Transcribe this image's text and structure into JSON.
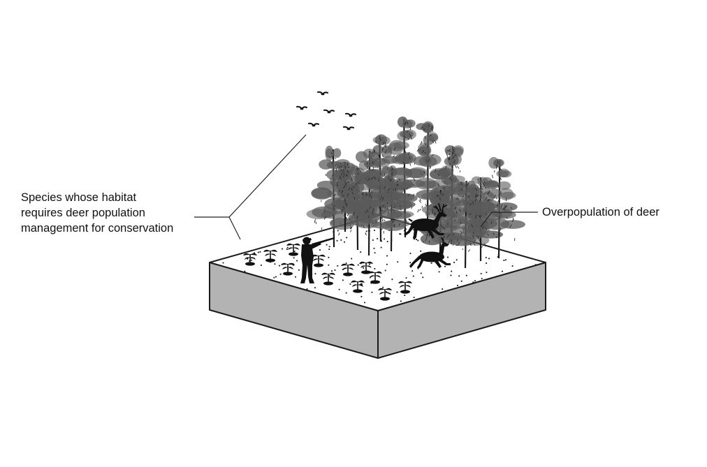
{
  "annotations": {
    "species_label": {
      "lines": [
        "Species whose habitat",
        "requires deer population",
        "management for conservation"
      ]
    },
    "deer_label": {
      "text": "Overpopulation of deer"
    }
  },
  "colors": {
    "block_side": "#b3b3b3",
    "block_outline": "#1a1a1a",
    "ground": "#ffffff",
    "silhouette": "#111111",
    "tree_foliage": "#5a5a5a",
    "leader_line": "#222222"
  },
  "icons": {
    "birds": "flying-birds-icon",
    "hunter": "hunter-with-rifle-icon",
    "deer_stag": "leaping-stag-icon",
    "deer_doe": "leaping-doe-icon",
    "trees": "pine-tree-icon",
    "seedlings": "seedling-plant-icon"
  }
}
